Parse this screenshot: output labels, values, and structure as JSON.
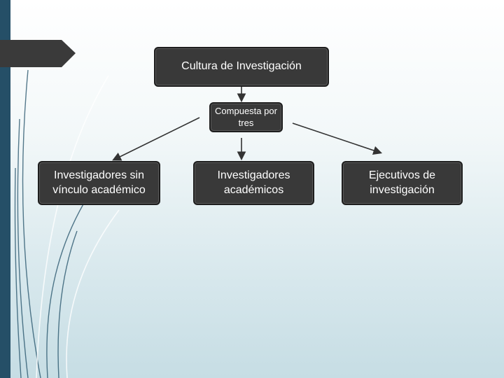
{
  "diagram": {
    "root": {
      "label": "Cultura de Investigación"
    },
    "connector": {
      "label": "Compuesta por tres"
    },
    "children": [
      {
        "label": "Investigadores sin vínculo académico"
      },
      {
        "label": "Investigadores académicos"
      },
      {
        "label": "Ejecutivos de investigación"
      }
    ]
  },
  "colors": {
    "sidebar": "#254f67",
    "title_tab": "#3a3a3a",
    "node_fill": "#393939",
    "node_text": "#ffffff",
    "arrow": "#333333"
  }
}
